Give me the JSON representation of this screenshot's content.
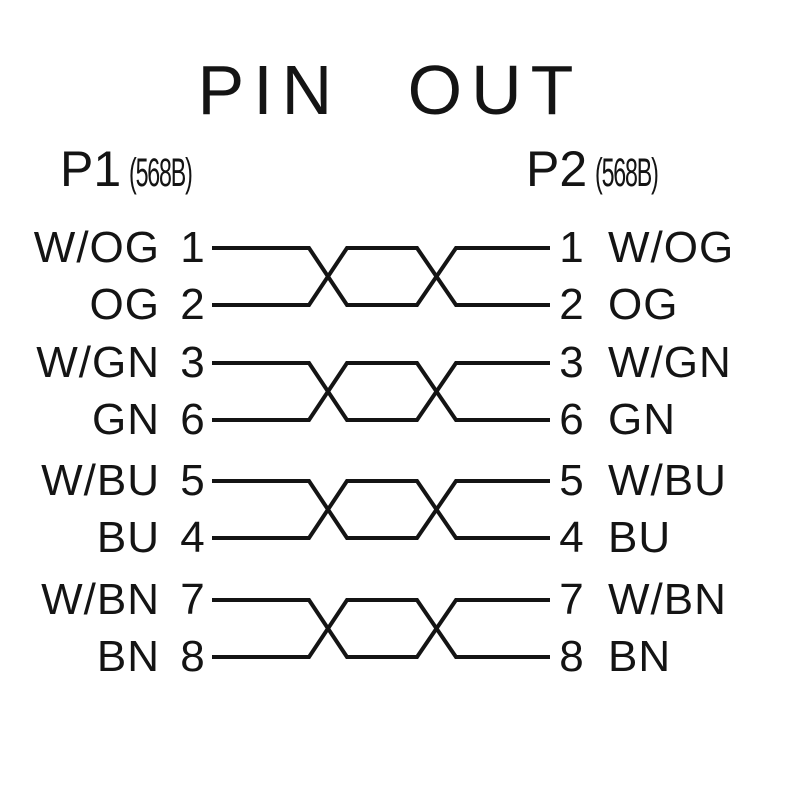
{
  "title": "PIN OUT",
  "connectors": {
    "p1": {
      "name": "P1",
      "standard": "(568B)"
    },
    "p2": {
      "name": "P2",
      "standard": "(568B)"
    }
  },
  "pairs": [
    {
      "wires": [
        {
          "left_label": "W/OG",
          "left_pin": "1",
          "right_pin": "1",
          "right_label": "W/OG"
        },
        {
          "left_label": "OG",
          "left_pin": "2",
          "right_pin": "2",
          "right_label": "OG"
        }
      ]
    },
    {
      "wires": [
        {
          "left_label": "W/GN",
          "left_pin": "3",
          "right_pin": "3",
          "right_label": "W/GN"
        },
        {
          "left_label": "GN",
          "left_pin": "6",
          "right_pin": "6",
          "right_label": "GN"
        }
      ]
    },
    {
      "wires": [
        {
          "left_label": "W/BU",
          "left_pin": "5",
          "right_pin": "5",
          "right_label": "W/BU"
        },
        {
          "left_label": "BU",
          "left_pin": "4",
          "right_pin": "4",
          "right_label": "BU"
        }
      ]
    },
    {
      "wires": [
        {
          "left_label": "W/BN",
          "left_pin": "7",
          "right_pin": "7",
          "right_label": "W/BN"
        },
        {
          "left_label": "BN",
          "left_pin": "8",
          "right_pin": "8",
          "right_label": "BN"
        }
      ]
    }
  ],
  "colors": {
    "ink": "#141414",
    "background": "#ffffff"
  }
}
